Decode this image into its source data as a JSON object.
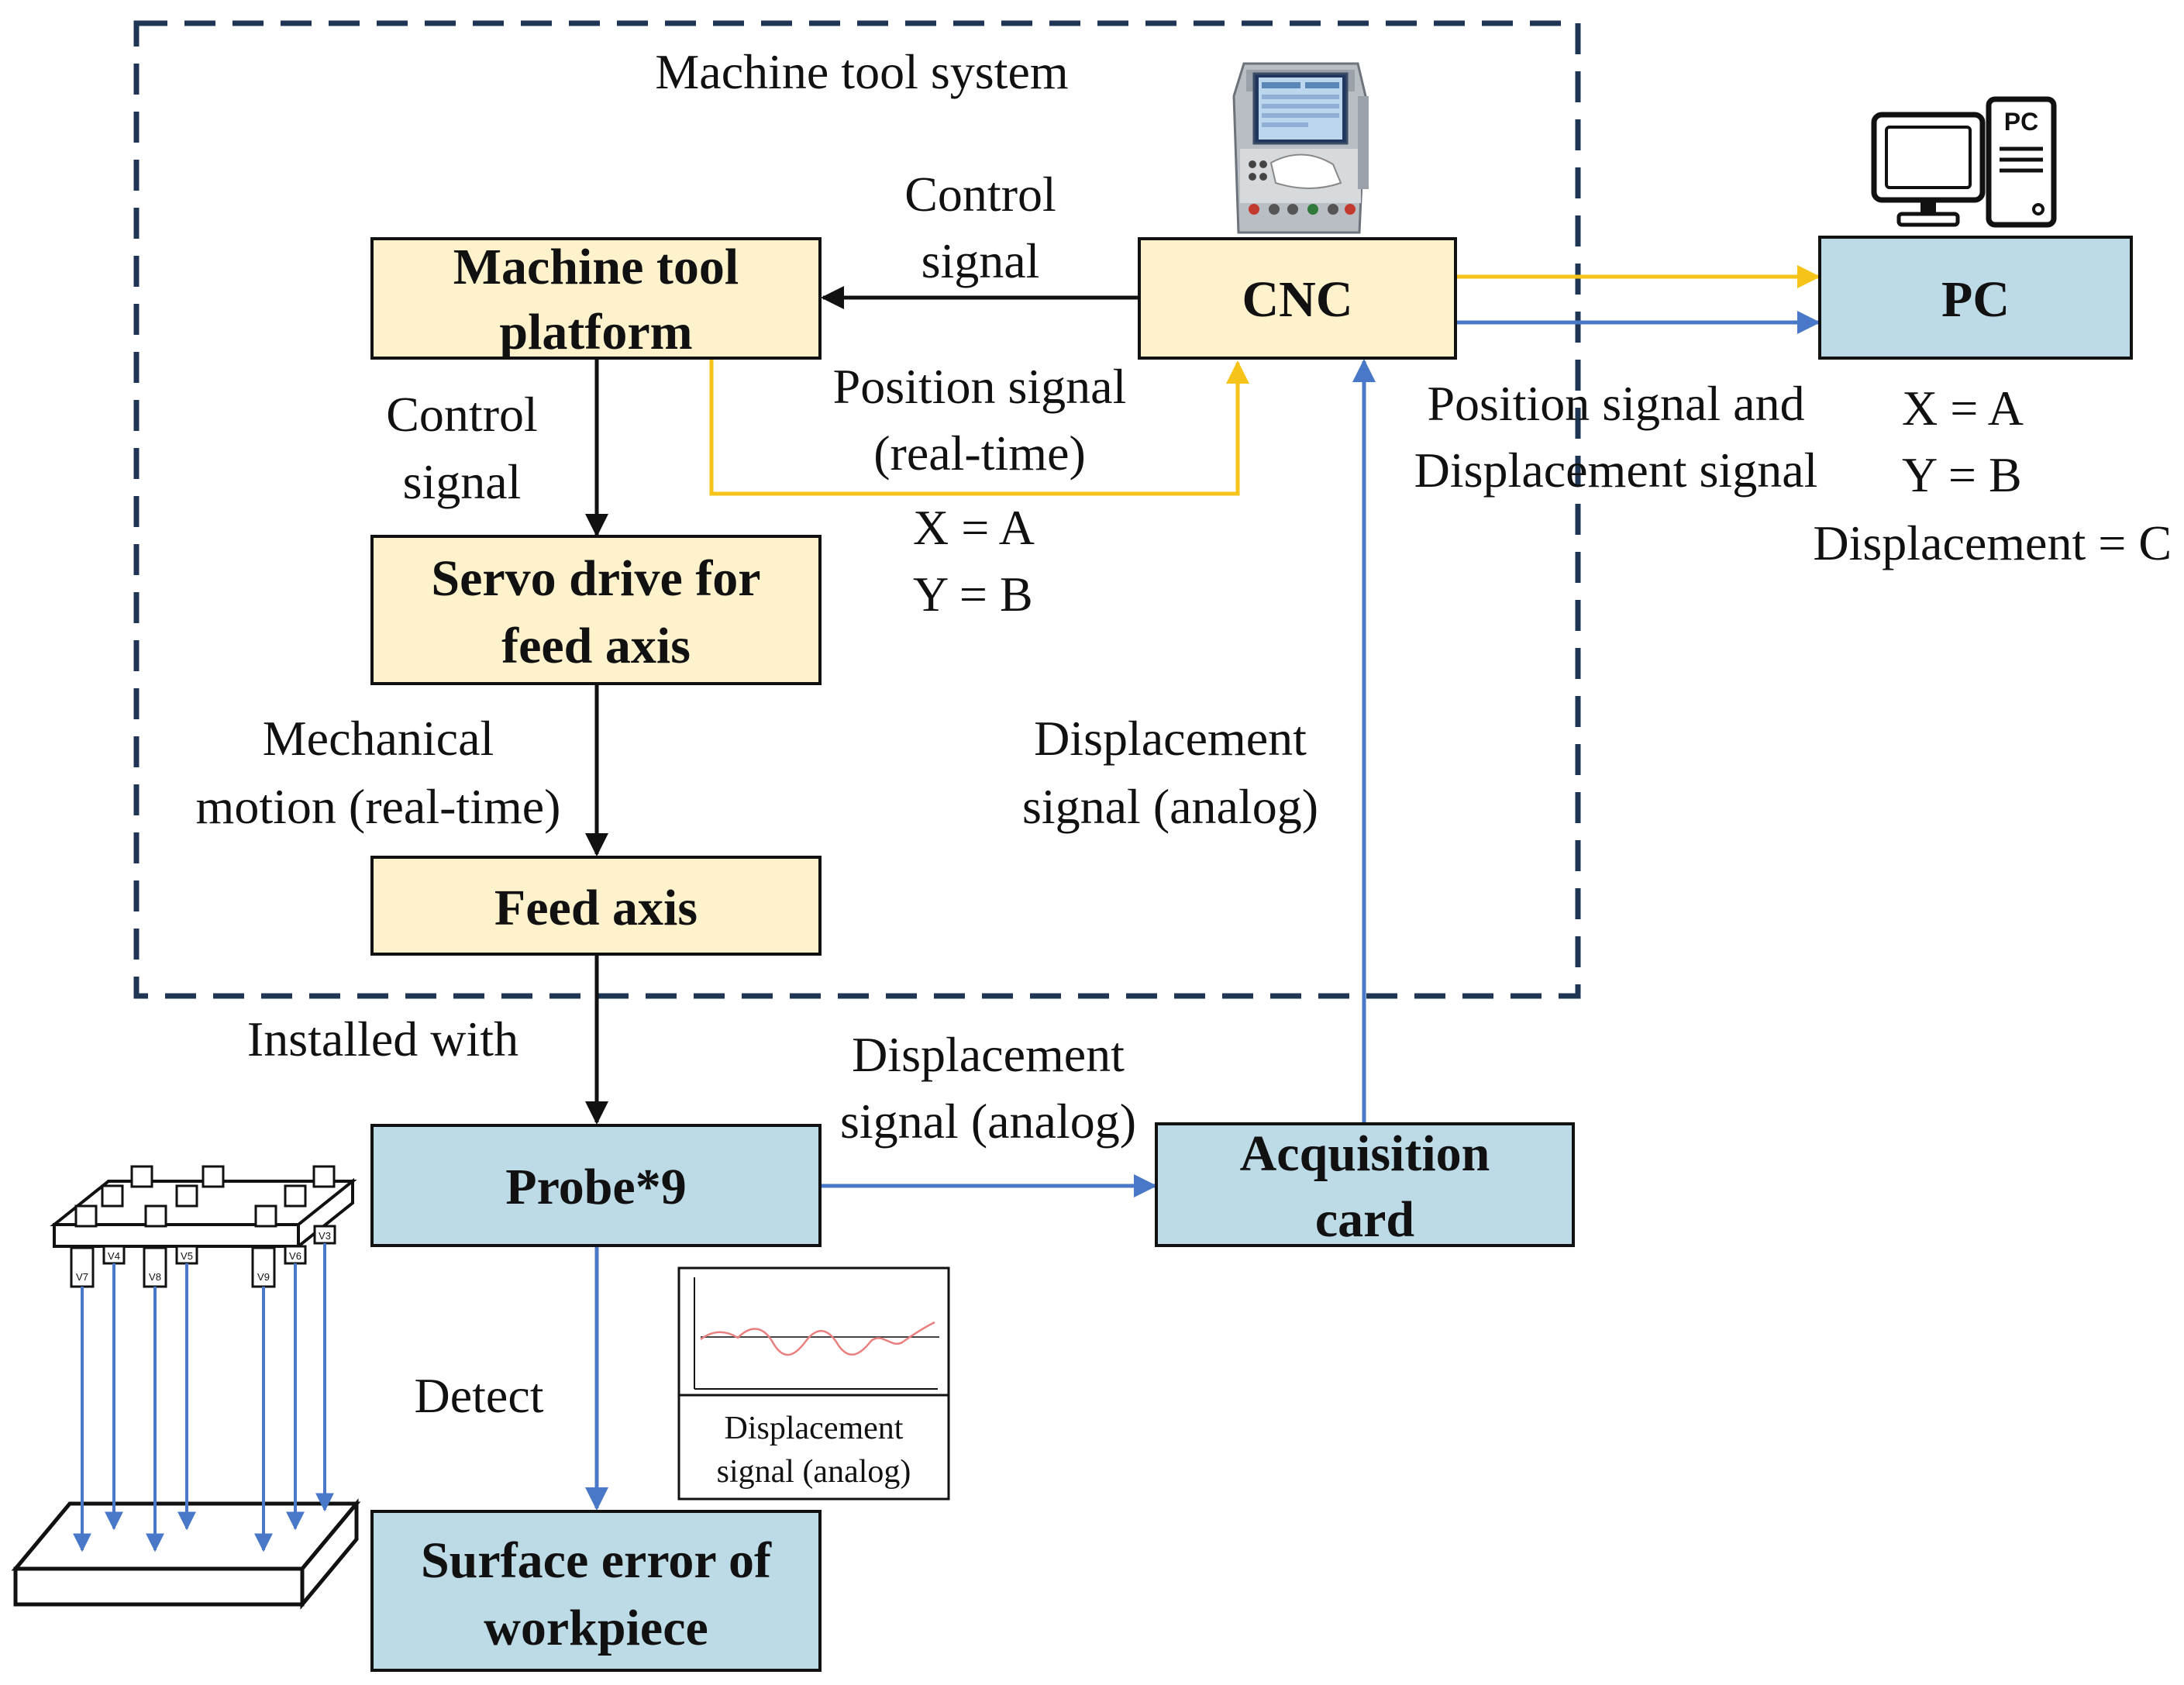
{
  "colors": {
    "yellow_box": "#fdf2cc",
    "blue_box": "#bcdbe6",
    "frame_dash": "#1f3554",
    "arrow_black": "#111111",
    "arrow_yellow": "#f6c319",
    "arrow_blue": "#4a78c9",
    "signal_line": "#e88080"
  },
  "frame": {
    "title": "Machine tool system"
  },
  "boxes": {
    "machine_tool_platform": {
      "line1": "Machine tool",
      "line2": "platform"
    },
    "cnc": {
      "label": "CNC"
    },
    "servo_drive": {
      "line1": "Servo drive for",
      "line2": "feed axis"
    },
    "feed_axis": {
      "label": "Feed axis"
    },
    "probe": {
      "label": "Probe*9"
    },
    "acquisition_card": {
      "line1": "Acquisition",
      "line2": "card"
    },
    "surface_error": {
      "line1": "Surface error of",
      "line2": "workpiece"
    },
    "pc": {
      "label": "PC"
    }
  },
  "labels": {
    "control_signal_top": {
      "line1": "Control",
      "line2": "signal"
    },
    "control_signal_left": {
      "line1": "Control",
      "line2": "signal"
    },
    "position_signal": {
      "line1": "Position signal",
      "line2": "(real-time)"
    },
    "cnc_xy": {
      "line1": "X = A",
      "line2": "Y = B"
    },
    "mechanical_motion": {
      "line1": "Mechanical",
      "line2": "motion (real-time)"
    },
    "displacement_analog_right": {
      "line1": "Displacement",
      "line2": "signal (analog)"
    },
    "installed_with": "Installed with",
    "displacement_analog_bottom": {
      "line1": "Displacement",
      "line2": "signal (analog)"
    },
    "detect": "Detect",
    "pos_disp_signal": {
      "line1": "Position signal and",
      "line2": "Displacement signal"
    },
    "pc_values": {
      "line1": "X = A",
      "line2": "Y = B",
      "line3": "Displacement = C"
    }
  },
  "icons": {
    "cnc_panel": "cnc-control-panel-icon",
    "pc_computer": "pc-computer-icon",
    "pc_icon_text": "PC",
    "probe_fixture": "probe-fixture-icon",
    "signal_plot": "displacement-signal-plot-icon"
  },
  "signal_plot": {
    "caption_line1": "Displacement",
    "caption_line2": "signal (analog)"
  },
  "probe_tags": [
    "V7",
    "V4",
    "V8",
    "V5",
    "V9",
    "V6",
    "V3"
  ]
}
